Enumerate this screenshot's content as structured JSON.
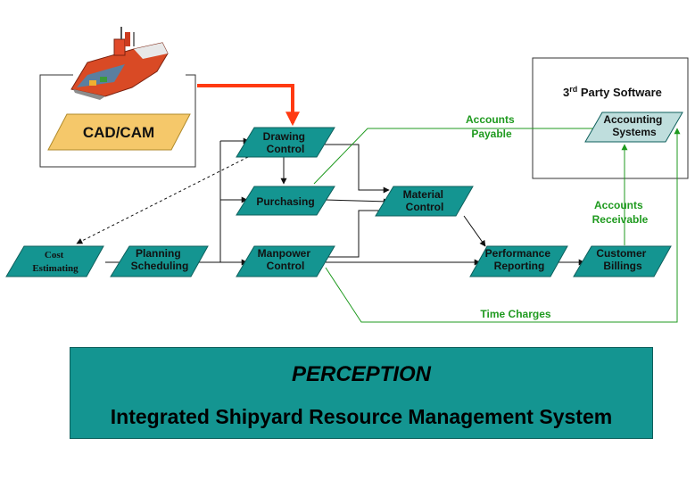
{
  "diagram": {
    "cadcam_label": "CAD/CAM",
    "third_party_title_main": "3",
    "third_party_title_sup": "rd",
    "third_party_title_rest": " Party Software",
    "nodes": {
      "drawing_control": [
        "Drawing",
        "Control"
      ],
      "purchasing": [
        "Purchasing"
      ],
      "material_control": [
        "Material",
        "Control"
      ],
      "cost_estimating": [
        "Cost",
        "Estimating"
      ],
      "planning_scheduling": [
        "Planning",
        "Scheduling"
      ],
      "manpower_control": [
        "Manpower",
        "Control"
      ],
      "performance_reporting": [
        "Performance",
        "Reporting"
      ],
      "customer_billings": [
        "Customer",
        "Billings"
      ],
      "accounting_systems": [
        "Accounting",
        "Systems"
      ]
    },
    "flow_labels": {
      "accounts_payable": [
        "Accounts",
        "Payable"
      ],
      "accounts_receivable": [
        "Accounts",
        "Receivable"
      ],
      "time_charges": "Time Charges"
    },
    "colors": {
      "node_teal": "#149591",
      "accounting_fill": "#bfdedd",
      "cadcam_fill": "#f5c86a",
      "flow_green": "#1f9a1f",
      "cad_arrow": "#ff3a12"
    }
  },
  "banner": {
    "title": "PERCEPTION",
    "subtitle": "Integrated Shipyard Resource Management System"
  }
}
